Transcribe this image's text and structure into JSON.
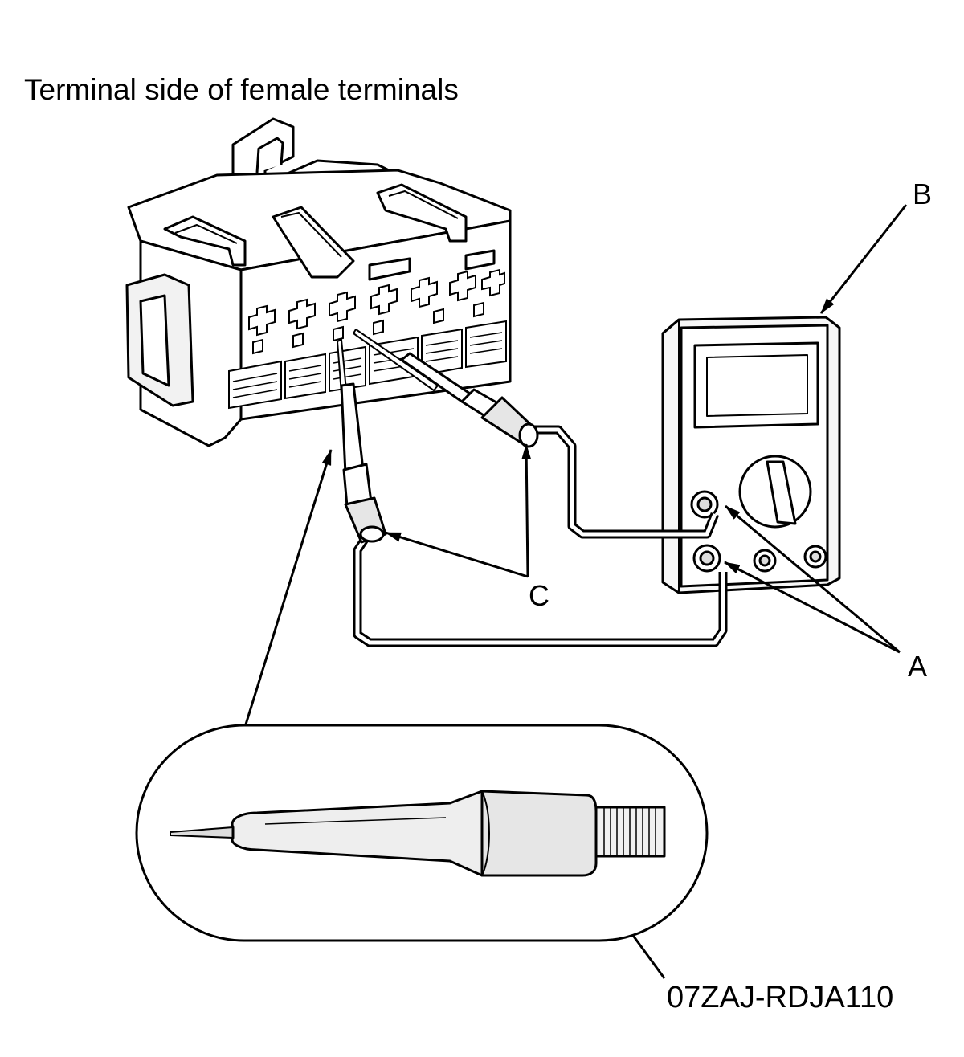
{
  "title": "Terminal side of female terminals",
  "callouts": {
    "a": "A",
    "b": "B",
    "c": "C"
  },
  "tool_part_number": "07ZAJ-RDJA110",
  "colors": {
    "line": "#000000",
    "fill": "#ffffff",
    "shade": "#e6e6e6",
    "probe_shade": "#d9d9d9"
  }
}
